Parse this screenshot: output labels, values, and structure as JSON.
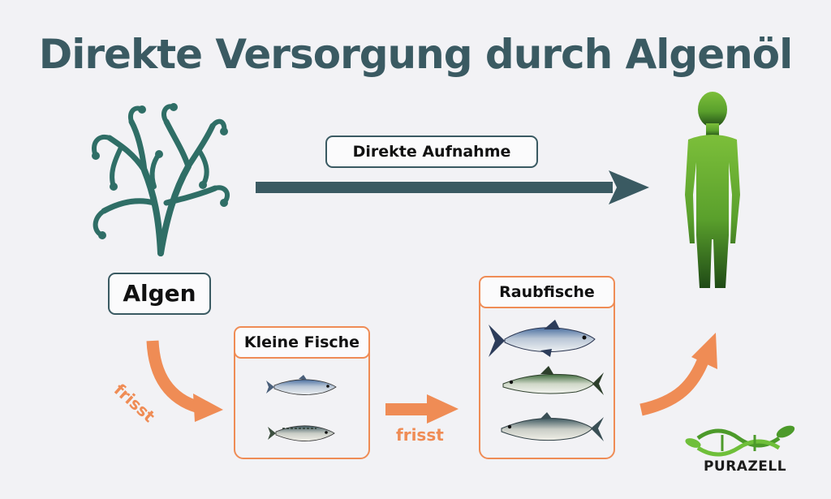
{
  "title": "Direkte Versorgung durch Algenöl",
  "direct_label": "Direkte Aufnahme",
  "algae_label": "Algen",
  "small_fish_label": "Kleine Fische",
  "predator_label": "Raubfische",
  "eats_label_1": "frisst",
  "eats_label_2": "frisst",
  "logo_text": "PURAZELL",
  "colors": {
    "dark_teal": "#3a5a62",
    "orange": "#ef8c55",
    "green": "#6aa62f",
    "seaweed": "#2f6e66"
  },
  "icons": [
    "seaweed-icon",
    "human-silhouette-icon",
    "fish-icon",
    "dna-leaf-logo-icon"
  ]
}
